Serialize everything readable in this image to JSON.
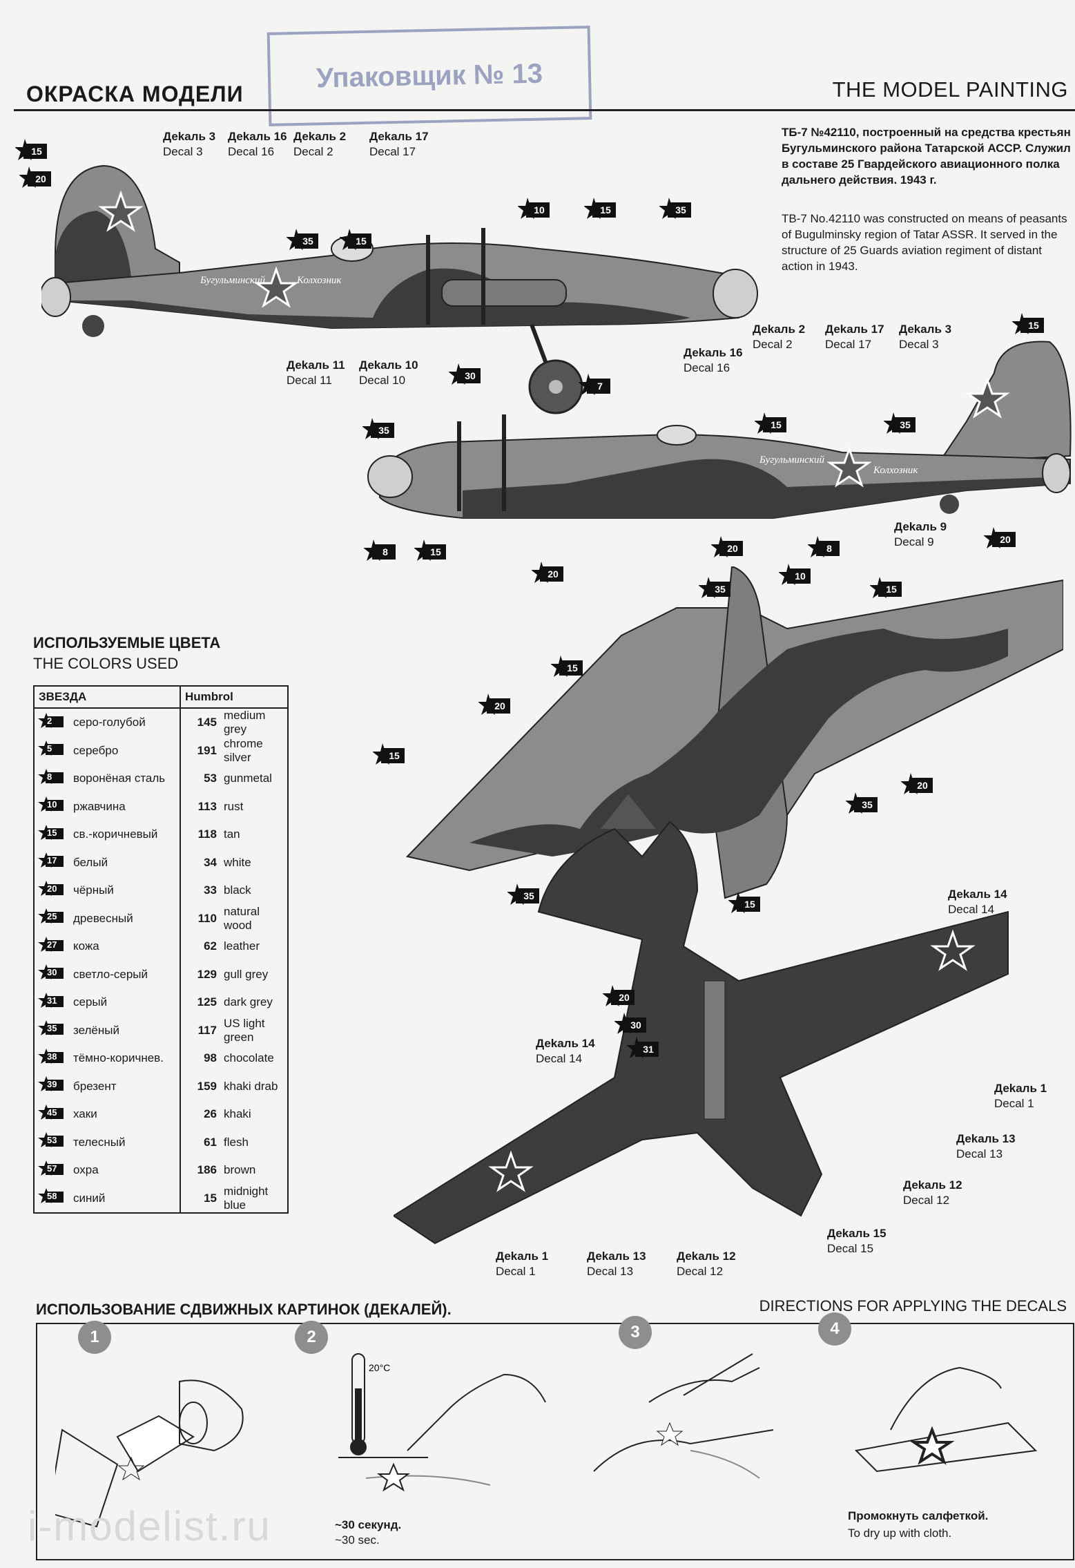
{
  "header": {
    "title_ru": "ОКРАСКА МОДЕЛИ",
    "title_en": "THE MODEL PAINTING",
    "stamp": "Упаковщик № 13"
  },
  "info": {
    "ru": "ТБ-7 №42110, построенный на средства крестьян Бугульминского района Татарской АССР. Служил в составе 25 Гвардейского авиационного полка дальнего действия. 1943 г.",
    "en": "TB-7 No.42110 was constructed on means of peasants of Bugulminsky region of Tatar ASSR. It served in the structure of 25 Guards aviation regiment of distant action in 1943."
  },
  "aircraft_text": {
    "inscription_1": "Бугульминский",
    "inscription_2": "Колхозник"
  },
  "decals": {
    "d3a": {
      "ru": "Деkаль 3",
      "en": "Decal 3"
    },
    "d16a": {
      "ru": "Деkаль 16",
      "en": "Decal 16"
    },
    "d2a": {
      "ru": "Деkаль 2",
      "en": "Decal 2"
    },
    "d17a": {
      "ru": "Деkаль 17",
      "en": "Decal 17"
    },
    "d11": {
      "ru": "Деkаль 11",
      "en": "Decal 11"
    },
    "d10": {
      "ru": "Деkаль 10",
      "en": "Decal 10"
    },
    "d16b": {
      "ru": "Деkаль 16",
      "en": "Decal 16"
    },
    "d2b": {
      "ru": "Деkаль 2",
      "en": "Decal 2"
    },
    "d17b": {
      "ru": "Деkаль 17",
      "en": "Decal 17"
    },
    "d3b": {
      "ru": "Деkаль 3",
      "en": "Decal 3"
    },
    "d9": {
      "ru": "Деkаль 9",
      "en": "Decal 9"
    },
    "d14a": {
      "ru": "Деkаль 14",
      "en": "Decal 14"
    },
    "d14b": {
      "ru": "Деkаль 14",
      "en": "Decal 14"
    },
    "d1a": {
      "ru": "Деkаль 1",
      "en": "Decal 1"
    },
    "d13a": {
      "ru": "Деkаль 13",
      "en": "Decal 13"
    },
    "d12a": {
      "ru": "Деkаль 12",
      "en": "Decal 12"
    },
    "d15": {
      "ru": "Деkаль 15",
      "en": "Decal 15"
    },
    "d1b": {
      "ru": "Деkаль 1",
      "en": "Decal 1"
    },
    "d13b": {
      "ru": "Деkаль 13",
      "en": "Decal 13"
    },
    "d12b": {
      "ru": "Деkаль 12",
      "en": "Decal 12"
    }
  },
  "callouts": [
    "15",
    "20",
    "10",
    "15",
    "35",
    "35",
    "15",
    "30",
    "7",
    "15",
    "35",
    "15",
    "35",
    "8",
    "15",
    "20",
    "8",
    "20",
    "20",
    "35",
    "10",
    "15",
    "15",
    "20",
    "15",
    "20",
    "35",
    "35",
    "15",
    "20",
    "30",
    "31"
  ],
  "colors": {
    "title_ru": "ИСПОЛЬЗУЕМЫЕ ЦВЕТА",
    "title_en": "THE COLORS USED",
    "col1": "ЗВЕЗДА",
    "col2": "Humbrol",
    "rows": [
      {
        "star": "2",
        "ru": "серо-голубой",
        "num": "145",
        "en": "medium grey"
      },
      {
        "star": "5",
        "ru": "серебро",
        "num": "191",
        "en": "chrome silver"
      },
      {
        "star": "8",
        "ru": "воронёная сталь",
        "num": "53",
        "en": "gunmetal"
      },
      {
        "star": "10",
        "ru": "ржавчина",
        "num": "113",
        "en": "rust"
      },
      {
        "star": "15",
        "ru": "св.-коричневый",
        "num": "118",
        "en": "tan"
      },
      {
        "star": "17",
        "ru": "белый",
        "num": "34",
        "en": "white"
      },
      {
        "star": "20",
        "ru": "чёрный",
        "num": "33",
        "en": "black"
      },
      {
        "star": "25",
        "ru": "древесный",
        "num": "110",
        "en": "natural wood"
      },
      {
        "star": "27",
        "ru": "кожа",
        "num": "62",
        "en": "leather"
      },
      {
        "star": "30",
        "ru": "светло-серый",
        "num": "129",
        "en": "gull grey"
      },
      {
        "star": "31",
        "ru": "серый",
        "num": "125",
        "en": "dark grey"
      },
      {
        "star": "35",
        "ru": "зелёный",
        "num": "117",
        "en": "US light green"
      },
      {
        "star": "38",
        "ru": "тёмно-коричнев.",
        "num": "98",
        "en": "chocolate"
      },
      {
        "star": "39",
        "ru": "брезент",
        "num": "159",
        "en": "khaki drab"
      },
      {
        "star": "45",
        "ru": "хаки",
        "num": "26",
        "en": "khaki"
      },
      {
        "star": "53",
        "ru": "телесный",
        "num": "61",
        "en": "flesh"
      },
      {
        "star": "57",
        "ru": "охра",
        "num": "186",
        "en": "brown"
      },
      {
        "star": "58",
        "ru": "синий",
        "num": "15",
        "en": "midnight blue"
      }
    ]
  },
  "directions": {
    "title_ru": "ИСПОЛЬЗОВАНИЕ СДВИЖНЫХ КАРТИНОК (ДЕКАЛЕЙ).",
    "title_en": "DIRECTIONS  FOR APPLYING THE DECALS",
    "steps": [
      "1",
      "2",
      "3",
      "4"
    ],
    "temp": "20°C",
    "time_ru": "~30 секунд.",
    "time_en": "~30 sec.",
    "dry_ru": "Промокнуть салфеткой.",
    "dry_en": "To dry up with cloth."
  },
  "watermark": "i-modelist.ru"
}
